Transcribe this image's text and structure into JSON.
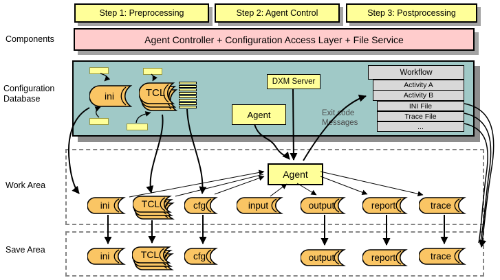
{
  "steps": [
    "Step 1: Preprocessing",
    "Step 2: Agent Control",
    "Step 3: Postprocessing"
  ],
  "row_labels": {
    "components": "Components",
    "configuration_database": "Configuration Database",
    "work_area": "Work Area",
    "save_area": "Save Area"
  },
  "components_bar": "Agent Controller + Configuration Access Layer + File Service",
  "configuration_database": {
    "ini": "ini",
    "tcl": "TCL",
    "dxm_server": "DXM Server",
    "agent": "Agent",
    "exit_note": [
      "Exit code",
      "Messages"
    ],
    "workflow_stack": [
      "Workflow",
      "Activity A",
      "Activity B",
      "INI File",
      "Trace File",
      "..."
    ]
  },
  "work_area": {
    "agent": "Agent",
    "files": {
      "ini": "ini",
      "tcl": "TCL",
      "cfg": "cfg",
      "input": "input",
      "output": "output",
      "report": "report",
      "trace": "trace"
    }
  },
  "save_area": {
    "files": {
      "ini": "ini",
      "tcl": "TCL",
      "cfg": "cfg",
      "output": "output",
      "report": "report",
      "trace": "trace"
    }
  },
  "colors": {
    "step_box_fill": "#FFFF99",
    "components_fill": "#FFCCCC",
    "config_db_fill": "#A0C9C7",
    "file_fill": "#FAC564",
    "stack_item_fill": "#D8D8D8",
    "shadow": "#A3A3A3"
  }
}
